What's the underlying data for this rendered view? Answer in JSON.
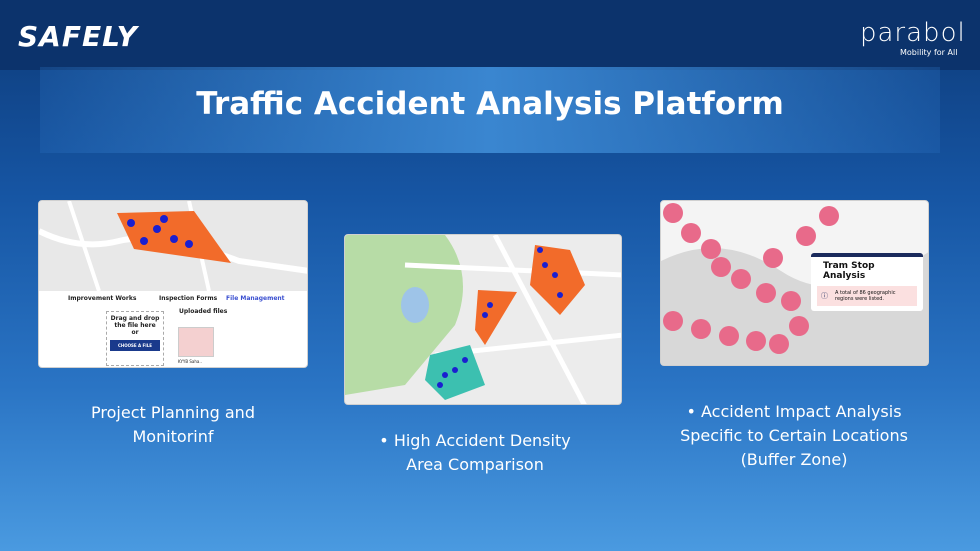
{
  "header": {
    "logo": "SAFELY",
    "partner_logo": "parabol",
    "partner_tagline": "Mobility for All"
  },
  "title": "Traffic Accident Analysis Platform",
  "panels": [
    {
      "tabs": [
        "Improvement Works",
        "Inspection Forms",
        "File Management"
      ],
      "dropzone": "Drag and drop the file here or",
      "choose_button": "CHOOSE A FILE",
      "uploaded_label": "Uploaded files",
      "file_name": "KYYB Saha..",
      "caption": "Project Planning and Monitorinf"
    },
    {
      "caption": "High Accident Density Area Comparison"
    },
    {
      "popup_title": "Tram Stop Analysis",
      "popup_message": "A total of 86 geographic regions were listed.",
      "caption": "Accident Impact Analysis Specific to Certain Locations (Buffer Zone)"
    }
  ],
  "colors": {
    "polygon_orange": "#f26b2a",
    "polygon_teal": "#3cc0b0",
    "point_blue": "#1a1fd0",
    "buffer_pink": "#e86a8a",
    "accent": "#1a3a8c"
  }
}
